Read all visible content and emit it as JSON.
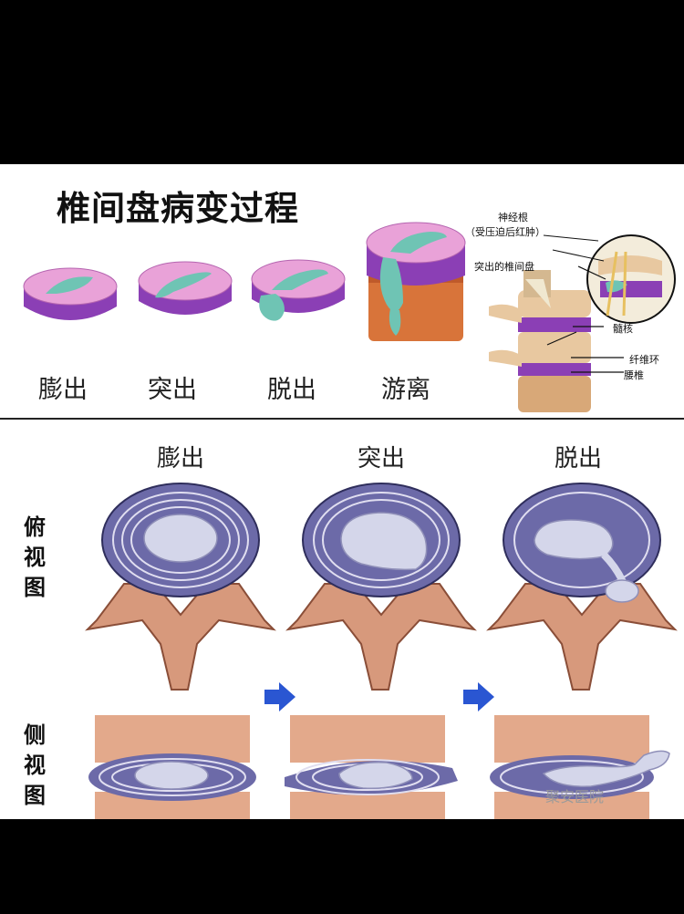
{
  "title": "椎间盘病变过程",
  "top_labels": [
    "膨出",
    "突出",
    "脱出",
    "游离"
  ],
  "anatomy_labels": {
    "nerve_root": "神经根",
    "nerve_root_note": "（受压迫后红肿）",
    "protruded_disc": "突出的椎间盘",
    "nucleus": "髓核",
    "annulus": "纤维环",
    "lumbar": "腰椎"
  },
  "stage_labels": [
    "膨出",
    "突出",
    "脱出"
  ],
  "view_labels": {
    "top_view": [
      "俯",
      "视",
      "图"
    ],
    "side_view": [
      "侧",
      "视",
      "图"
    ]
  },
  "watermark": "聚安医院",
  "colors": {
    "disc_top": "#e9a2d8",
    "disc_side": "#8b3fb5",
    "nucleus": "#6fc4b4",
    "bone": "#d99a7c",
    "lamella": "#6c6aa8",
    "arrow": "#2a56d2"
  }
}
